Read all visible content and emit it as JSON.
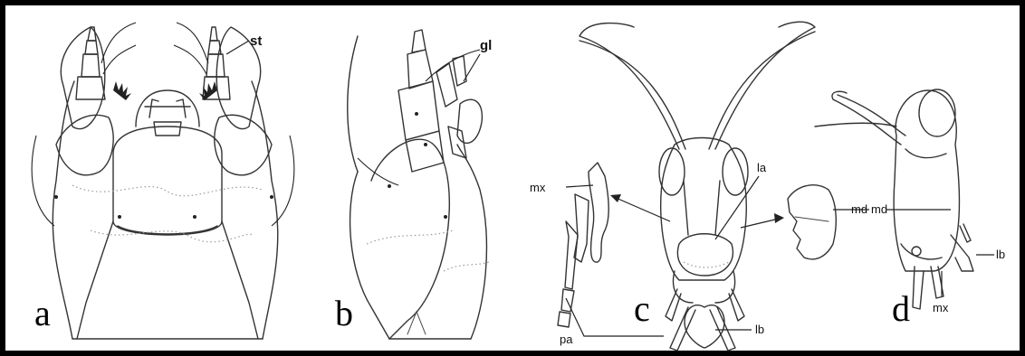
{
  "panels": {
    "a": {
      "letter": "a",
      "labels": {
        "st": "st"
      }
    },
    "b": {
      "letter": "b",
      "labels": {
        "gl": "gl"
      }
    },
    "c": {
      "letter": "c",
      "labels": {
        "mx": "mx",
        "la": "la",
        "md": "md",
        "lb": "lb",
        "pa": "pa"
      }
    },
    "d": {
      "letter": "d",
      "labels": {
        "md": "md",
        "lb": "lb",
        "mx": "mx"
      }
    }
  },
  "colors": {
    "frame": "#000000",
    "line": "#333333",
    "background": "#ffffff"
  }
}
